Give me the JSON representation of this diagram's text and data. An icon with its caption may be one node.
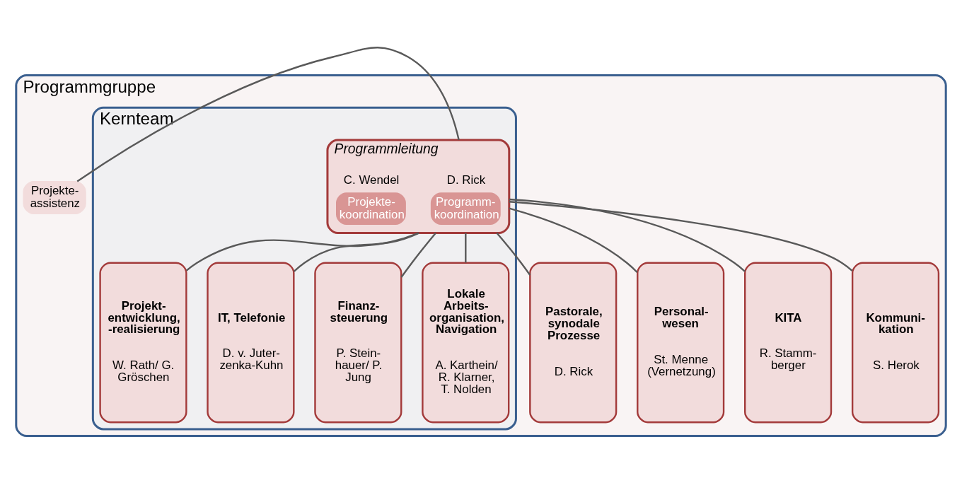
{
  "diagram": {
    "nodes": [
      {
        "text": [
          "Programmgruppe"
        ]
      },
      {
        "text": [
          "Kernteam"
        ],
        "in": 0
      },
      {
        "text": [
          "Programmleitung"
        ],
        "in": 1
      },
      {
        "text": [
          "D. Rick",
          "Programm- koordination"
        ],
        "in": 2
      },
      {
        "text": [
          "C. Wendel",
          "Projekte- koordination"
        ],
        "in": 2
      },
      {
        "text": [
          "Projekte- assistenz"
        ],
        "in": 0
      },
      {
        "text": [
          "Pastorale, synodale Prozesse",
          "D. Rick"
        ],
        "in": 0
      },
      {
        "text": [
          "Personal- wesen",
          "St. Menne (Vernetzung)"
        ],
        "in": 0
      },
      {
        "text": [
          "Projekt- entwicklung, -realisierung",
          "W. Rath/ G. Gröschen"
        ],
        "in": 1
      },
      {
        "text": [
          "IT, Telefonie",
          "D. v. Juter- zenka-Kuhn"
        ],
        "in": 1
      },
      {
        "text": [
          "Finanz- steuerung",
          "P. Stein- hauer/ P. Jung"
        ],
        "in": 1
      },
      {
        "text": [
          "Lokale Arbeits- organisation, Navigation",
          "A. Karthein/ R. Klarner, T. Nolden"
        ],
        "in": 1
      },
      {
        "text": [
          "KITA",
          "R. Stamm- berger"
        ],
        "in": 0
      },
      {
        "text": [
          "Kommuni- kation",
          "S. Herok"
        ],
        "in": 0
      }
    ],
    "edges": [
      {
        "from": 2,
        "to": 5,
        "arrow": "none"
      },
      {
        "from": 2,
        "to": 6,
        "arrow": "none"
      },
      {
        "from": 2,
        "to": 7,
        "arrow": "none"
      },
      {
        "from": 2,
        "to": 8,
        "arrow": "none"
      },
      {
        "from": 2,
        "to": 9,
        "arrow": "none"
      },
      {
        "from": 2,
        "to": 10,
        "arrow": "none"
      },
      {
        "from": 2,
        "to": 11,
        "arrow": "none"
      },
      {
        "from": 2,
        "to": 12,
        "arrow": "none"
      },
      {
        "from": 2,
        "to": 13,
        "arrow": "none"
      }
    ]
  }
}
